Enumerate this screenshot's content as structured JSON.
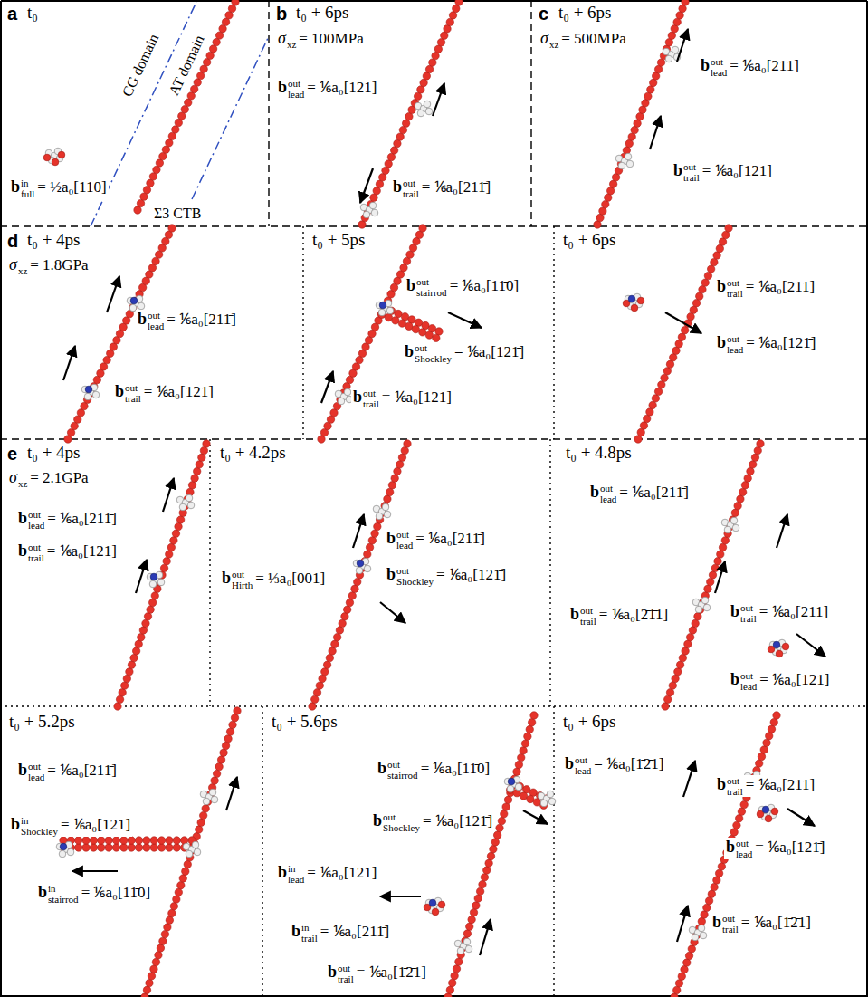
{
  "diagram": {
    "labels": [
      "a",
      "t₀",
      "CG domain",
      "AT domain",
      "Σ3 CTB",
      "b",
      "in",
      "full",
      "= ½a₀[110]",
      "b",
      "t₀ + 6ps",
      "σ",
      "xz",
      "= 100MPa",
      "b",
      "out",
      "lead",
      "= ⅙a₀[121]",
      "b",
      "out",
      "trail",
      "= ⅙a₀[211̄]",
      "c",
      "t₀ + 6ps",
      "σ",
      "xz",
      "= 500MPa",
      "b",
      "out",
      "lead",
      "= ⅙a₀[211̄]",
      "b",
      "out",
      "trail",
      "= ⅙a₀[121]",
      "d",
      "t₀ + 4ps",
      "σ",
      "xz",
      "= 1.8GPa",
      "b",
      "out",
      "lead",
      "= ⅙a₀[211̄]",
      "b",
      "out",
      "trail",
      "= ⅙a₀[121]",
      "t₀ + 5ps",
      "b",
      "out",
      "stairrod",
      "= ⅙a₀[11̄0]",
      "b",
      "out",
      "Shockley",
      "= ⅙a₀[121̄]",
      "b",
      "out",
      "trail",
      "= ⅙a₀[121]",
      "t₀ + 6ps",
      "b",
      "out",
      "trail",
      "= ⅙a₀[211]",
      "b",
      "out",
      "lead",
      "= ⅙a₀[121̄]",
      "e",
      "t₀ + 4ps",
      "σ",
      "xz",
      "= 2.1GPa",
      "b",
      "out",
      "lead",
      "= ⅙a₀[211̄]",
      "b",
      "out",
      "trail",
      "= ⅙a₀[121]",
      "t₀ + 4.2ps",
      "b",
      "out",
      "lead",
      "= ⅙a₀[211̄]",
      "b",
      "out",
      "Hirth",
      "= ⅓a₀[001]",
      "b",
      "out",
      "Shockley",
      "= ⅙a₀[121̄]",
      "t₀ + 4.8ps",
      "b",
      "out",
      "lead",
      "= ⅙a₀[211̄]",
      "b",
      "out",
      "trail",
      "= ⅙a₀[2̄1̄1]",
      "b",
      "out",
      "trail",
      "= ⅙a₀[211]",
      "b",
      "out",
      "lead",
      "= ⅙a₀[121̄]",
      "t₀ + 5.2ps",
      "b",
      "out",
      "lead",
      "= ⅙a₀[211̄]",
      "b",
      "in",
      "Shockley",
      "= ⅙a₀[121]",
      "b",
      "in",
      "stairrod",
      "= ⅙a₀[11̄0]",
      "t₀ + 5.6ps",
      "b",
      "out",
      "stairrod",
      "= ⅙a₀[11̄0]",
      "b",
      "out",
      "Shockley",
      "= ⅙a₀[121̄]",
      "b",
      "in",
      "lead",
      "= ⅙a₀[121]",
      "b",
      "in",
      "trail",
      "= ⅙a₀[211̄]",
      "b",
      "out",
      "trail",
      "= ⅙a₀[1̄2̄1]",
      "t₀ + 6ps",
      "b",
      "out",
      "lead",
      "= ⅙a₀[1̄2̄1]",
      "b",
      "out",
      "trail",
      "= ⅙a₀[211]",
      "b",
      "out",
      "lead",
      "= ⅙a₀[121̄]",
      "b",
      "out",
      "trail",
      "= ⅙a₀[1̄2̄1]"
    ]
  }
}
